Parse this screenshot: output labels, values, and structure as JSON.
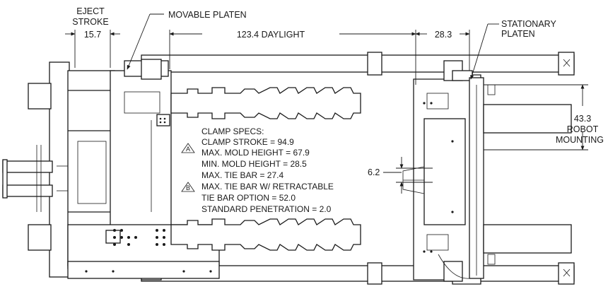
{
  "labels": {
    "eject_stroke_line1": "EJECT",
    "eject_stroke_line2": "STROKE",
    "eject_value": "15.7",
    "movable_platen": "MOVABLE PLATEN",
    "daylight": "123.4  DAYLIGHT",
    "stationary_value": "28.3",
    "stationary_platen_line1": "STATIONARY",
    "stationary_platen_line2": "PLATEN",
    "robot_value": "43.3",
    "robot_line1": "ROBOT",
    "robot_line2": "MOUNTING",
    "offset_value": "6.2"
  },
  "clamp_specs": {
    "heading": "CLAMP SPECS:",
    "marker_a": "A",
    "marker_b": "B",
    "lines": [
      "CLAMP STROKE = 94.9",
      "MAX. MOLD HEIGHT = 67.9",
      "MIN. MOLD HEIGHT = 28.5",
      "MAX. TIE BAR = 27.4",
      "MAX. TIE BAR W/ RETRACTABLE",
      "TIE BAR OPTION = 52.0",
      "STANDARD PENETRATION = 2.0"
    ]
  },
  "colors": {
    "line": "#1a1a1a",
    "background": "#ffffff"
  }
}
